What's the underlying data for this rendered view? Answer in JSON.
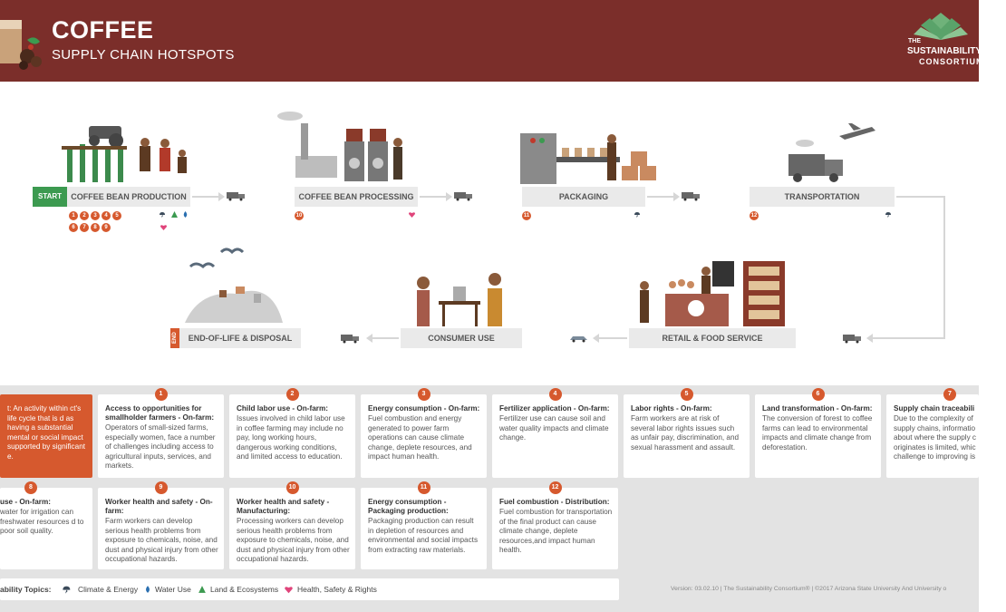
{
  "header": {
    "title": "COFFEE",
    "subtitle": "SUPPLY CHAIN HOTSPOTS",
    "brand_the": "THE",
    "brand_name": "SUSTAINABILITY",
    "brand_consortium": "CONSORTIUM"
  },
  "colors": {
    "header_bg": "#7b2e2a",
    "accent": "#d6592e",
    "start": "#3c9a50",
    "panel_bg": "#e3e3e3"
  },
  "flow": {
    "start_label": "START",
    "end_label": "END",
    "stages": [
      {
        "label": "COFFEE BEAN PRODUCTION",
        "hotspots": [
          "1",
          "2",
          "3",
          "4",
          "5",
          "6",
          "7",
          "8",
          "9"
        ]
      },
      {
        "label": "COFFEE BEAN PROCESSING",
        "hotspots": [
          "10"
        ]
      },
      {
        "label": "PACKAGING",
        "hotspots": [
          "11"
        ]
      },
      {
        "label": "TRANSPORTATION",
        "hotspots": [
          "12"
        ]
      },
      {
        "label": "RETAIL & FOOD SERVICE"
      },
      {
        "label": "CONSUMER USE"
      },
      {
        "label": "END-OF-LIFE & DISPOSAL"
      }
    ]
  },
  "intro_card": {
    "text": "t: An activity within ct's life cycle that is d as having a substantial mental or social impact supported by significant e."
  },
  "hotspot_cards": [
    {
      "num": "1",
      "title": "Access to opportunities for smallholder farmers - On-farm:",
      "text": "Operators of small-sized farms, especially women, face a number of challenges including access to agricultural inputs, services, and markets."
    },
    {
      "num": "2",
      "title": "Child labor use - On-farm:",
      "text": "Issues involved in child labor use in coffee farming may include no pay, long working hours, dangerous working conditions, and limited access to education."
    },
    {
      "num": "3",
      "title": "Energy consumption - On-farm:",
      "text": "Fuel combustion and energy generated to power farm operations can cause climate change, deplete resources, and impact human health."
    },
    {
      "num": "4",
      "title": "Fertilizer application - On-farm:",
      "text": "Fertilizer use can cause soil and water quality impacts and climate change."
    },
    {
      "num": "5",
      "title": "Labor rights - On-farm:",
      "text": "Farm workers are at risk of several labor rights issues such as unfair pay, discrimination, and sexual harassment and assault."
    },
    {
      "num": "6",
      "title": "Land transformation - On-farm:",
      "text": "The conversion of forest to coffee farms can lead to environmental impacts and climate change from deforestation."
    },
    {
      "num": "7",
      "title": "Supply chain traceabili",
      "text": "Due to the complexity of supply chains, informatio about where the supply c originates is limited, whic challenge to improving is"
    },
    {
      "num": "8",
      "title": "use - On-farm:",
      "text": "water for irrigation can freshwater resources d to poor soil quality."
    },
    {
      "num": "9",
      "title": "Worker health and safety - On-farm:",
      "text": "Farm workers can develop serious health problems from exposure to chemicals, noise, and dust and physical injury from other occupational hazards."
    },
    {
      "num": "10",
      "title": "Worker health and safety - Manufacturing:",
      "text": "Processing workers can develop serious health problems from exposure to chemicals, noise, and dust and physical injury from other occupational hazards."
    },
    {
      "num": "11",
      "title": "Energy consumption - Packaging production:",
      "text": "Packaging production can result in depletion of resources and environmental and social impacts from extracting raw materials."
    },
    {
      "num": "12",
      "title": "Fuel combustion - Distribution:",
      "text": "Fuel combustion for transportation of the final product can cause climate change, deplete resources,and impact human health."
    }
  ],
  "legend": {
    "label": "ability Topics:",
    "climate": "Climate & Energy",
    "water": "Water Use",
    "land": "Land & Ecosystems",
    "health": "Health, Safety & Rights"
  },
  "version": "Version: 03.02.10  |  The Sustainability Consortium®  |  ©2017 Arizona State University And University o"
}
